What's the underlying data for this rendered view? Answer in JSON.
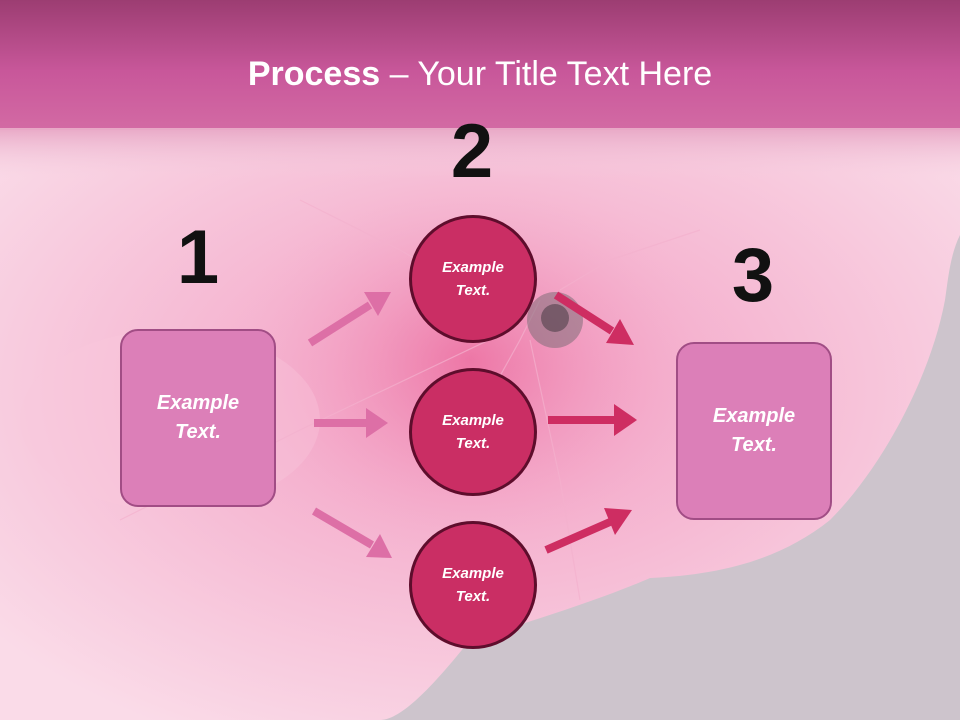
{
  "title": {
    "bold": "Process",
    "rest": " – Your Title Text Here"
  },
  "steps": {
    "one": {
      "number": "1",
      "label": "Example Text."
    },
    "two": {
      "number": "2",
      "labels": [
        "Example Text.",
        "Example Text.",
        "Example Text."
      ]
    },
    "three": {
      "number": "3",
      "label": "Example Text."
    }
  },
  "colors": {
    "banner": "#d05e9b",
    "box_fill": "#dc7fb8",
    "box_border": "#a14d85",
    "circle_fill": "#ca2e64",
    "circle_border": "#5e0d2c",
    "arrow_light": "#dd6fa6",
    "arrow_dark": "#ce2d62"
  }
}
